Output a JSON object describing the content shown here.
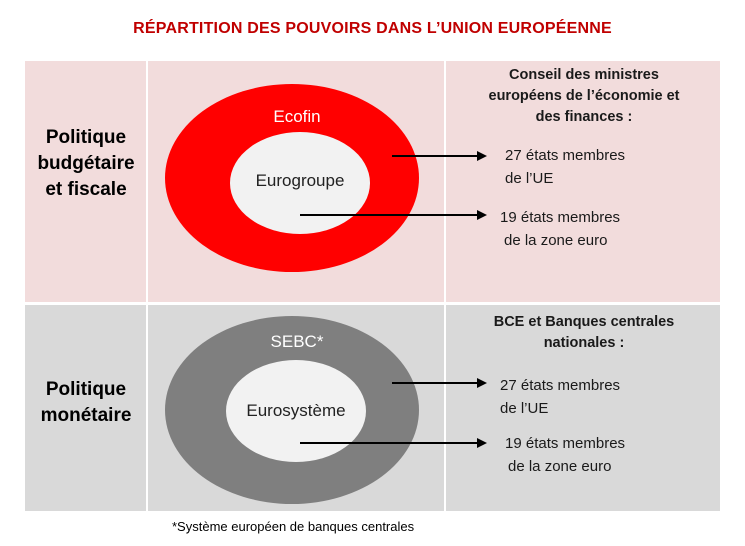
{
  "title": "RÉPARTITION DES POUVOIRS DANS L’UNION EUROPÉENNE",
  "colors": {
    "title": "#c00000",
    "top_band": "#f2dcdc",
    "bottom_band": "#d9d9d9",
    "red_ring": "#ff0000",
    "grey_ring": "#7f7f7f",
    "inner_core": "#f2f2f2",
    "arrow": "#000000"
  },
  "budget": {
    "label_lines": [
      "Politique",
      "budgétaire",
      "et fiscale"
    ],
    "outer_label": "Ecofin",
    "inner_label": "Eurogroupe",
    "council_lines": [
      "Conseil des ministres",
      "européens  de l’économie et",
      "des finances :"
    ],
    "target1_lines": [
      "27 états membres",
      "de l’UE"
    ],
    "target2_lines": [
      "19 états membres",
      "de la zone euro"
    ]
  },
  "monetary": {
    "label_lines": [
      "Politique",
      "monétaire"
    ],
    "outer_label": "SEBC*",
    "inner_label": "Eurosystème",
    "council_lines": [
      "BCE et Banques centrales",
      "nationales :"
    ],
    "target1_lines": [
      "27 états membres",
      "de l’UE"
    ],
    "target2_lines": [
      "19 états membres",
      "de la zone euro"
    ]
  },
  "footnote": "*Système européen de banques centrales"
}
